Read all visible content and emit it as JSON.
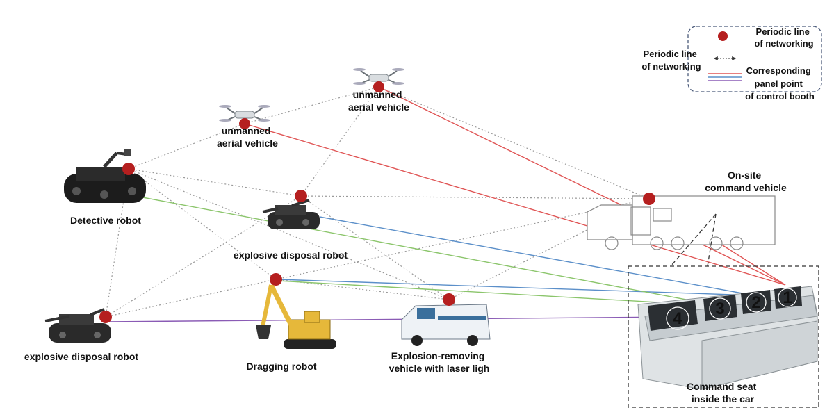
{
  "legend": {
    "node_label": [
      "Periodic line",
      "of networking"
    ],
    "link_label": [
      "Periodic line",
      "of networking"
    ],
    "panel_label": [
      "Corresponding",
      "panel point",
      "of control booth"
    ]
  },
  "nodes": {
    "uav1": [
      "unmanned",
      "aerial vehicle"
    ],
    "uav2": [
      "unmanned",
      "aerial vehicle"
    ],
    "detective": [
      "Detective robot"
    ],
    "eod_center": [
      "explosive disposal robot"
    ],
    "eod_left": [
      "explosive disposal robot"
    ],
    "dragging": [
      "Dragging robot"
    ],
    "laser_van": [
      "Explosion-removing",
      "vehicle with laser ligh"
    ],
    "command_vehicle": [
      "On-site",
      "command vehicle"
    ],
    "command_seat": [
      "Command seat",
      "inside the car"
    ]
  },
  "console": {
    "panels": [
      "4",
      "3",
      "2",
      "1"
    ]
  },
  "colors": {
    "node": "#b51f1f",
    "red_link": "#e05555",
    "blue_link": "#5b8fc9",
    "green_link": "#8bc56b",
    "purple_link": "#8a5bb5",
    "mesh": "#999999"
  }
}
